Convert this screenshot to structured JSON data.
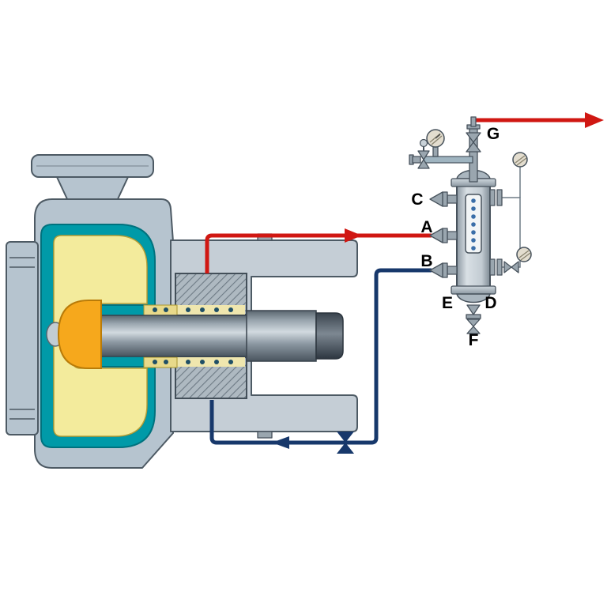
{
  "diagram": {
    "type": "pump-seal-support-system-schematic",
    "labels": {
      "a": "A",
      "b": "B",
      "c": "C",
      "d": "D",
      "e": "E",
      "f": "F",
      "g": "G"
    }
  },
  "labels": {
    "a": "A",
    "b": "B",
    "c": "C",
    "d": "D",
    "e": "E",
    "f": "F",
    "g": "G"
  },
  "colors": {
    "supply_line": "#d01712",
    "return_line": "#17386b",
    "casing": "#b6c4cf",
    "casing_outline": "#4d5a64",
    "bracket": "#c5ced6",
    "steel_light": "#9aa6af",
    "volute_teal": "#009aa8",
    "impeller_yellow": "#f3eb9c",
    "hub_orange": "#f6a81c"
  }
}
